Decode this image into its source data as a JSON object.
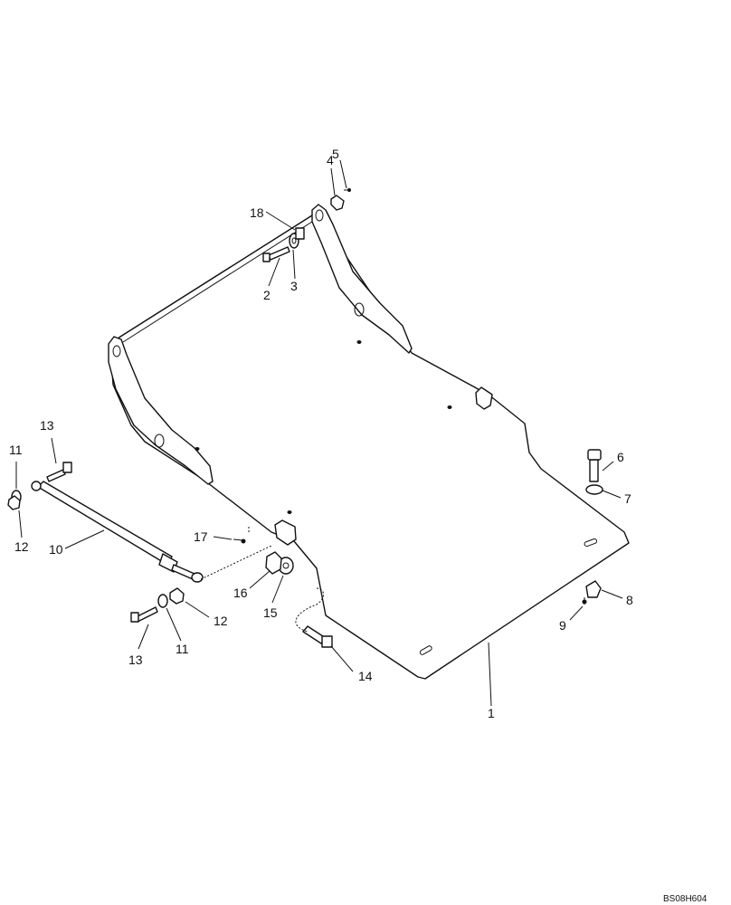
{
  "diagram": {
    "drawing_code": "BS08H604",
    "callouts": [
      {
        "id": "1",
        "label": "1"
      },
      {
        "id": "2",
        "label": "2"
      },
      {
        "id": "3",
        "label": "3"
      },
      {
        "id": "4",
        "label": "4"
      },
      {
        "id": "5",
        "label": "5"
      },
      {
        "id": "6",
        "label": "6"
      },
      {
        "id": "7",
        "label": "7"
      },
      {
        "id": "8",
        "label": "8"
      },
      {
        "id": "9",
        "label": "9"
      },
      {
        "id": "10",
        "label": "10"
      },
      {
        "id": "11a",
        "label": "11"
      },
      {
        "id": "11b",
        "label": "11"
      },
      {
        "id": "12a",
        "label": "12"
      },
      {
        "id": "12b",
        "label": "12"
      },
      {
        "id": "13a",
        "label": "13"
      },
      {
        "id": "13b",
        "label": "13"
      },
      {
        "id": "14",
        "label": "14"
      },
      {
        "id": "15",
        "label": "15"
      },
      {
        "id": "16",
        "label": "16"
      },
      {
        "id": "17",
        "label": "17"
      },
      {
        "id": "18",
        "label": "18"
      }
    ]
  }
}
